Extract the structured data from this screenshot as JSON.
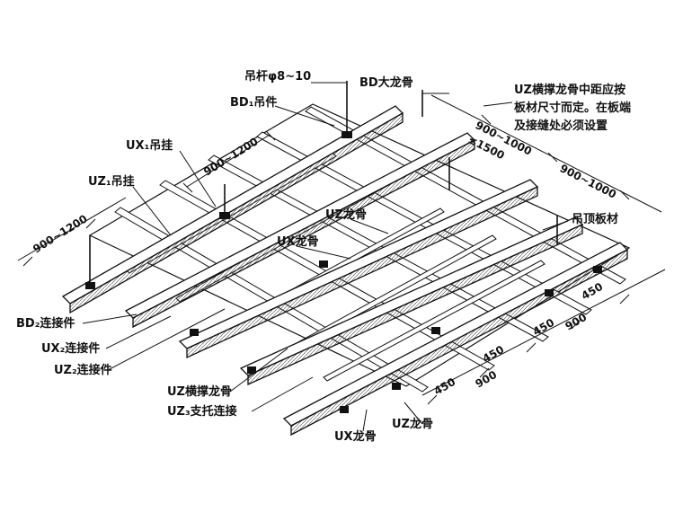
{
  "diagram": {
    "labels": {
      "rod": "吊杆φ8~10",
      "bd_main": "BD大龙骨",
      "bd1_hanger": "BD₁吊件",
      "ux1_hanger": "UX₁吊挂",
      "uz1_hanger": "UZ₁吊挂",
      "uz_note_1": "UZ横撑龙骨中距应按",
      "uz_note_2": "板材尺寸而定。在板端",
      "uz_note_3": "及接缝处必须设置",
      "uz_keel": "UZ龙骨",
      "ux_keel": "UX龙骨",
      "ceiling_board": "吊顶板材",
      "bd2_conn": "BD₂连接件",
      "ux2_conn": "UX₂连接件",
      "uz2_conn": "UZ₂连接件",
      "uz_cross": "UZ横撑龙骨",
      "uz3_conn": "UZ₃支托连接",
      "ux_keel_bottom": "UX龙骨",
      "uz_keel_bottom": "UZ龙骨"
    },
    "dimensions": {
      "d_900_1200_top": "900~1200",
      "d_900_1200_left": "900~1200",
      "d_900_1000_a": "900~1000",
      "d_le_1500": "≤1500",
      "d_900_1000_b": "900~1000",
      "d_450_a": "450",
      "d_450_b": "450",
      "d_450_c": "450",
      "d_450_d": "450",
      "d_900_a": "900",
      "d_900_b": "900"
    }
  }
}
